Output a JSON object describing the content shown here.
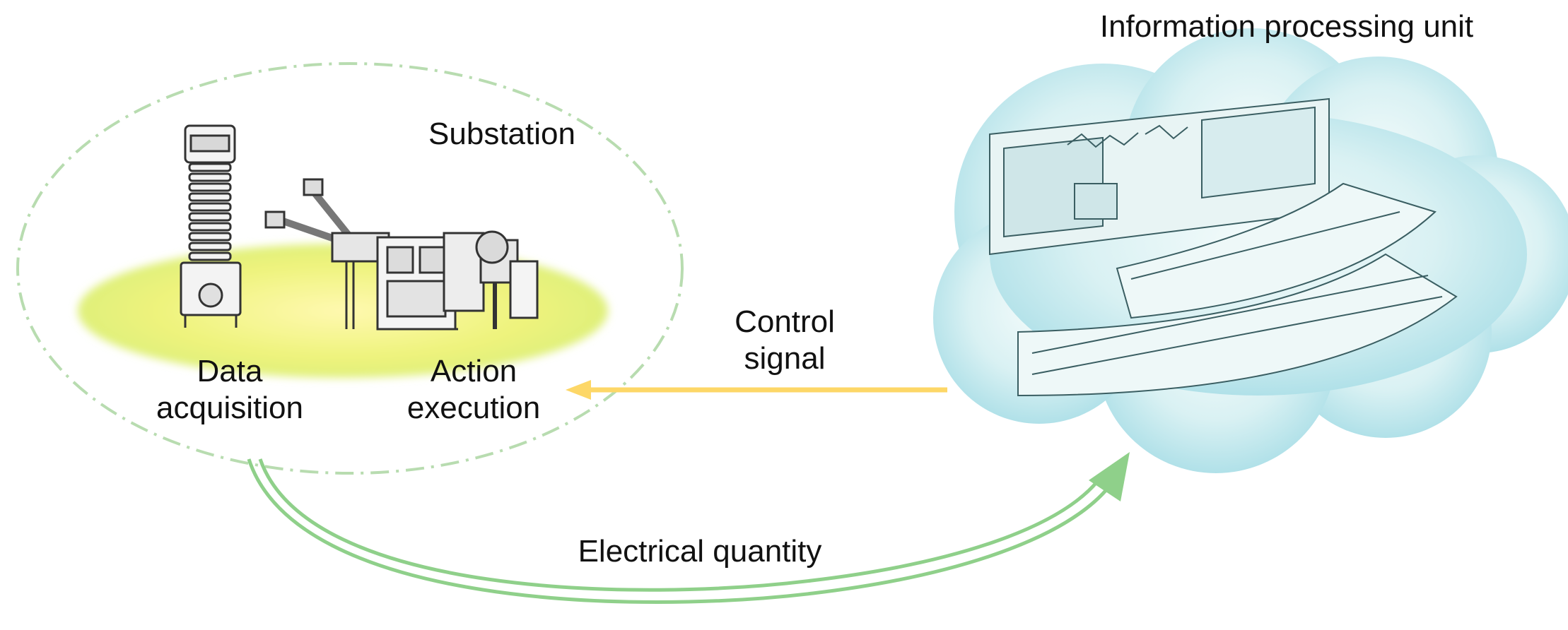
{
  "diagram": {
    "title": "Information processing unit",
    "substation": {
      "label": "Substation",
      "data_acquisition": "Data\nacquisition",
      "action_execution": "Action\nexecution"
    },
    "arrows": {
      "control_signal": "Control\nsignal",
      "electrical_quantity": "Electrical quantity"
    },
    "colors": {
      "dashed_ellipse": "#b8dcb0",
      "ground_glow": "#ecf27a",
      "control_arrow": "#fdd767",
      "electrical_arrow": "#8fd08a",
      "cloud": "#bfe6ec"
    },
    "icons": [
      "current-transformer-icon",
      "disconnect-switch-icon",
      "control-room-illustration"
    ]
  }
}
